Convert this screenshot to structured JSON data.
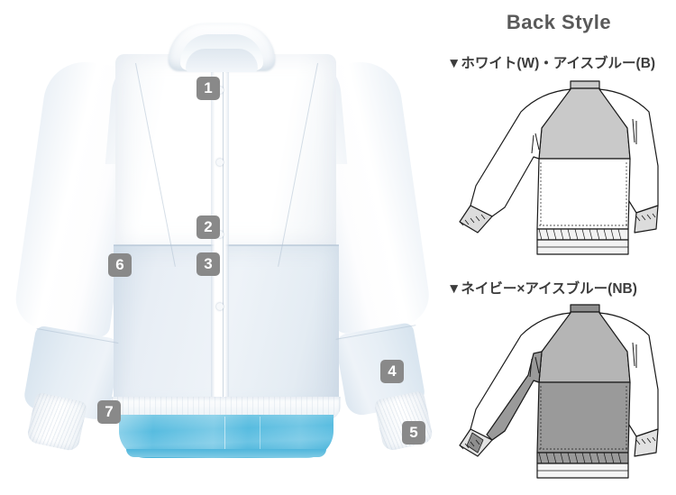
{
  "product_photo": {
    "alt": "white-and-ice-blue-long-sleeve-jacket-front-view",
    "callouts": [
      {
        "id": "1",
        "label": "1",
        "feature": "stand-collar-front-placket"
      },
      {
        "id": "2",
        "label": "2",
        "feature": "center-front-placket"
      },
      {
        "id": "3",
        "label": "3",
        "feature": "waist-color-switch-seam"
      },
      {
        "id": "4",
        "label": "4",
        "feature": "sleeve-color-switch-panel"
      },
      {
        "id": "5",
        "label": "5",
        "feature": "knit-cuff"
      },
      {
        "id": "6",
        "label": "6",
        "feature": "side-body-panel"
      },
      {
        "id": "7",
        "label": "7",
        "feature": "inner-mesh-lining-hem"
      }
    ],
    "colors": {
      "shell_white": "#ffffff",
      "ice_blue_panel": "#e3eaf2",
      "inner_lining_cyan": "#57bce0",
      "badge_gray": "#898989"
    }
  },
  "back_style": {
    "title": "Back Style",
    "variants": [
      {
        "marker": "▼",
        "label": "▼ホワイト(W)・アイスブルー(B)",
        "code": "WB",
        "body_fill": "#ffffff",
        "yoke_fill": "#c9c9c9",
        "cuff_fill": "#dcdcdc"
      },
      {
        "marker": "▼",
        "label": "▼ネイビー×アイスブルー(NB)",
        "code": "NB",
        "body_fill": "#9a9a9a",
        "yoke_fill": "#b5b5b5",
        "cuff_fill": "#e2e2e2"
      }
    ],
    "line_color": "#1a1a1a",
    "title_color": "#595959"
  }
}
